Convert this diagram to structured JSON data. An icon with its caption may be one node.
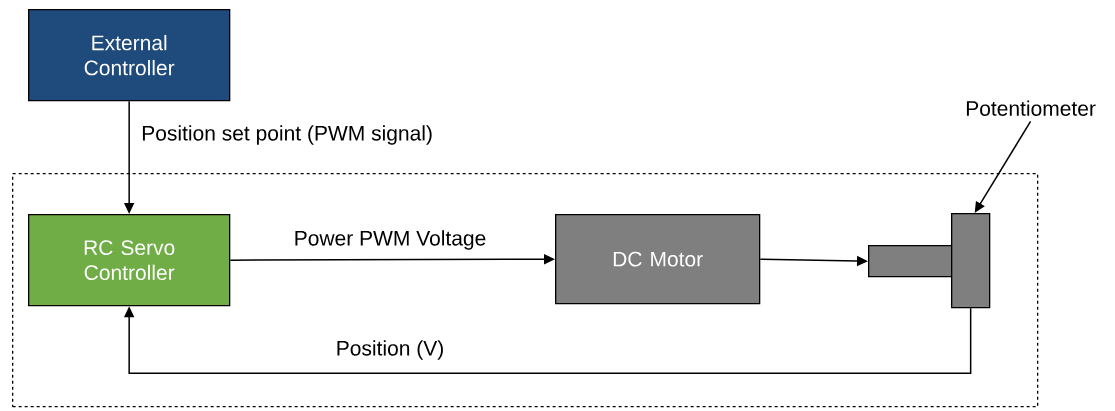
{
  "diagram": {
    "nodes": [
      {
        "text": [
          "External Controller"
        ]
      },
      {
        "text": [],
        "shape": "box"
      },
      {
        "text": [
          "RC Servo Controller"
        ],
        "in": 1
      },
      {
        "text": [
          "DC Motor"
        ],
        "in": 1
      },
      {
        "text": [],
        "shape": "bar",
        "in": 1
      },
      {
        "text": [],
        "shape": "bar",
        "in": 1
      },
      {
        "text": [
          "Potentiometer"
        ]
      }
    ],
    "edges": [
      {
        "from": 0,
        "to": 2,
        "arrow": "to",
        "label": "Position set point (PWM signal)"
      },
      {
        "from": 2,
        "to": 3,
        "arrow": "to",
        "label": "Power PWM Voltage"
      },
      {
        "from": 3,
        "to": 4,
        "arrow": "to"
      },
      {
        "from": 5,
        "to": 2,
        "arrow": "to",
        "label": "Position (V)"
      },
      {
        "from": 6,
        "to": 5,
        "arrow": "to"
      }
    ]
  }
}
